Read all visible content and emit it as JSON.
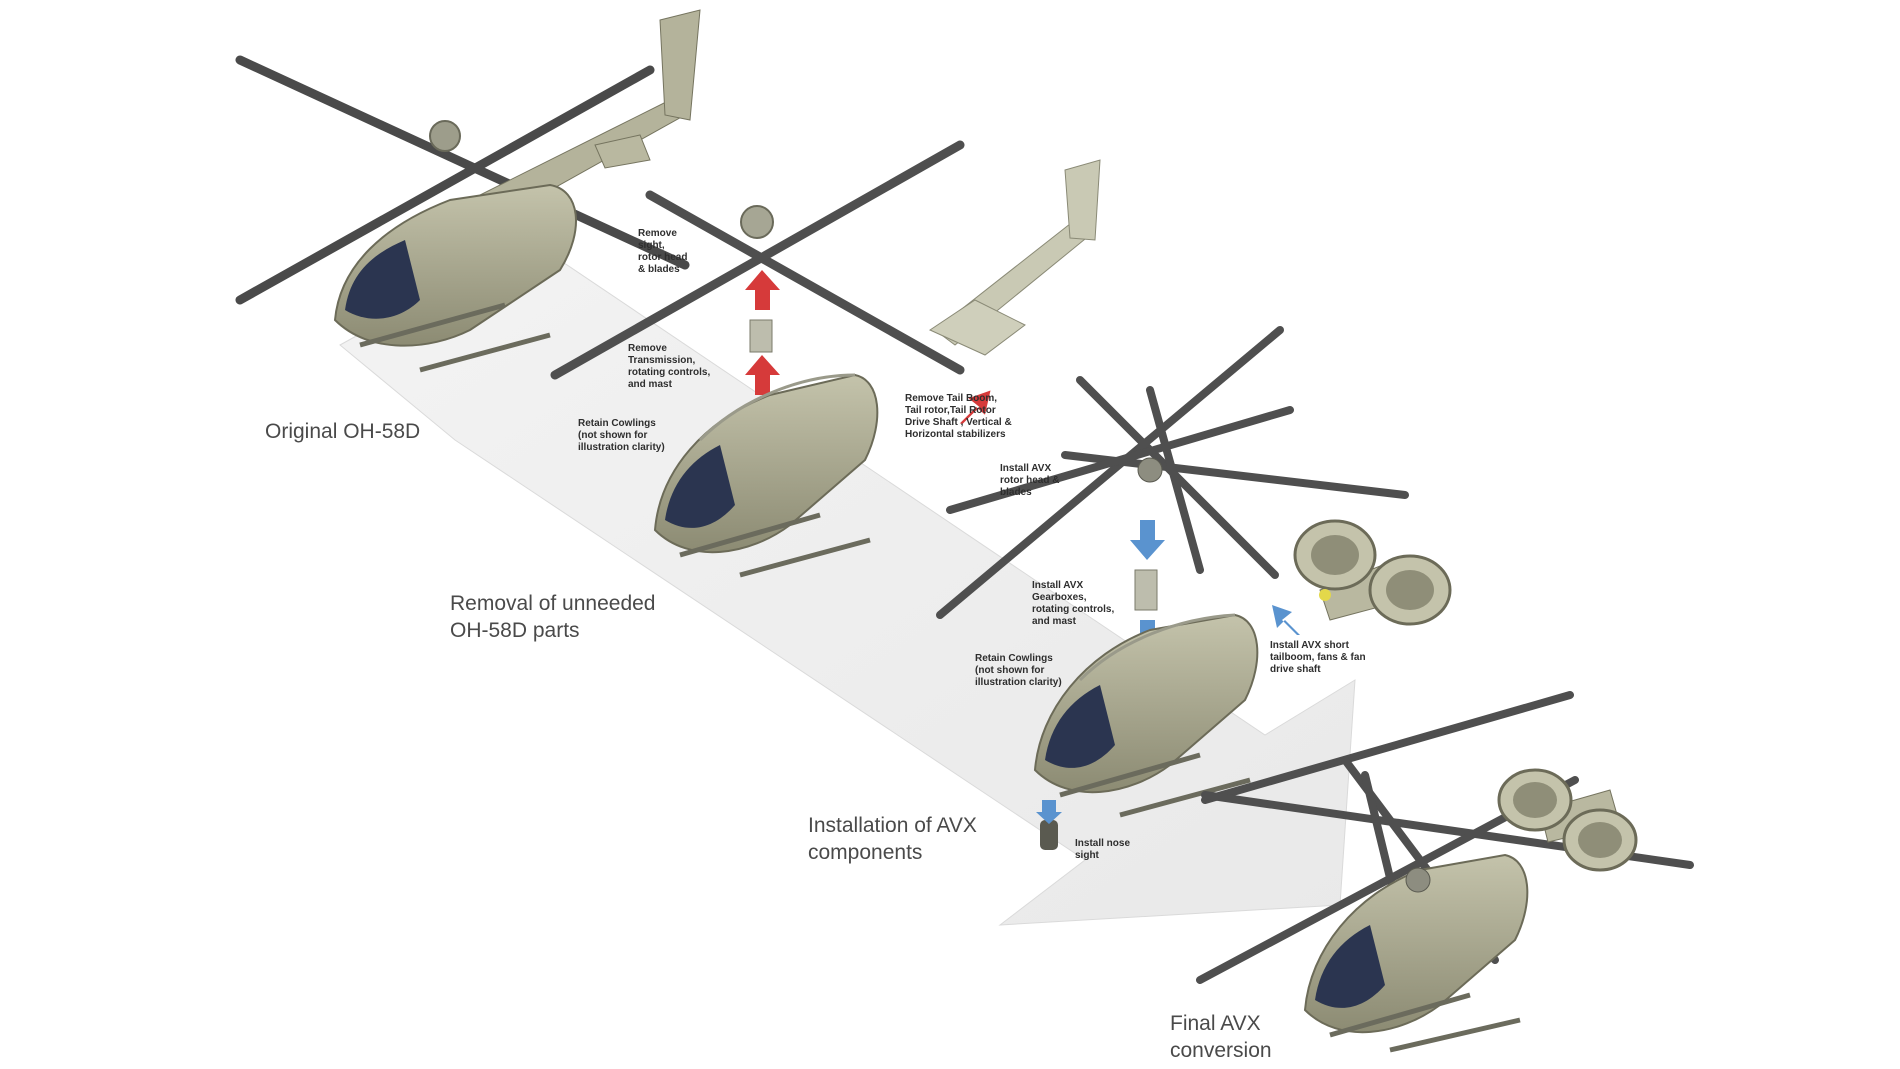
{
  "stages": {
    "original": "Original OH-58D",
    "removal": "Removal of unneeded\nOH-58D parts",
    "installation": "Installation of  AVX\ncomponents",
    "final": "Final AVX\nconversion"
  },
  "callouts": {
    "remove_sight": "Remove\nsight,\nrotor head\n& blades",
    "remove_transmission": "Remove\nTransmission,\nrotating controls,\nand mast",
    "retain_cowlings_1": "Retain Cowlings\n(not shown for\nillustration clarity)",
    "remove_tail": "Remove Tail Boom,\nTail rotor,Tail Rotor\nDrive Shaft , Vertical &\nHorizontal stabilizers",
    "install_rotor": "Install AVX\nrotor head &\nblades",
    "install_gearbox": "Install AVX\nGearboxes,\nrotating controls,\nand mast",
    "retain_cowlings_2": "Retain Cowlings\n(not shown for\nillustration clarity)",
    "install_tailboom": "Install AVX short\ntailboom, fans & fan\ndrive shaft",
    "install_nose_sight": "Install nose\nsight"
  },
  "colors": {
    "fuselage": "#a8a78e",
    "fuselage_dark": "#7d7c66",
    "canopy": "#2b3550",
    "rotor_blade": "#4a4a4a",
    "arrow_red": "#d63a3a",
    "arrow_blue": "#5a93cf",
    "flow_band": "#f1f1f1",
    "label_text": "#4a4a4a"
  },
  "icons": {
    "helicopter": "helicopter-icon",
    "rotor": "rotor-icon",
    "arrow": "arrow-icon",
    "ducted_fan": "ducted-fan-icon"
  }
}
